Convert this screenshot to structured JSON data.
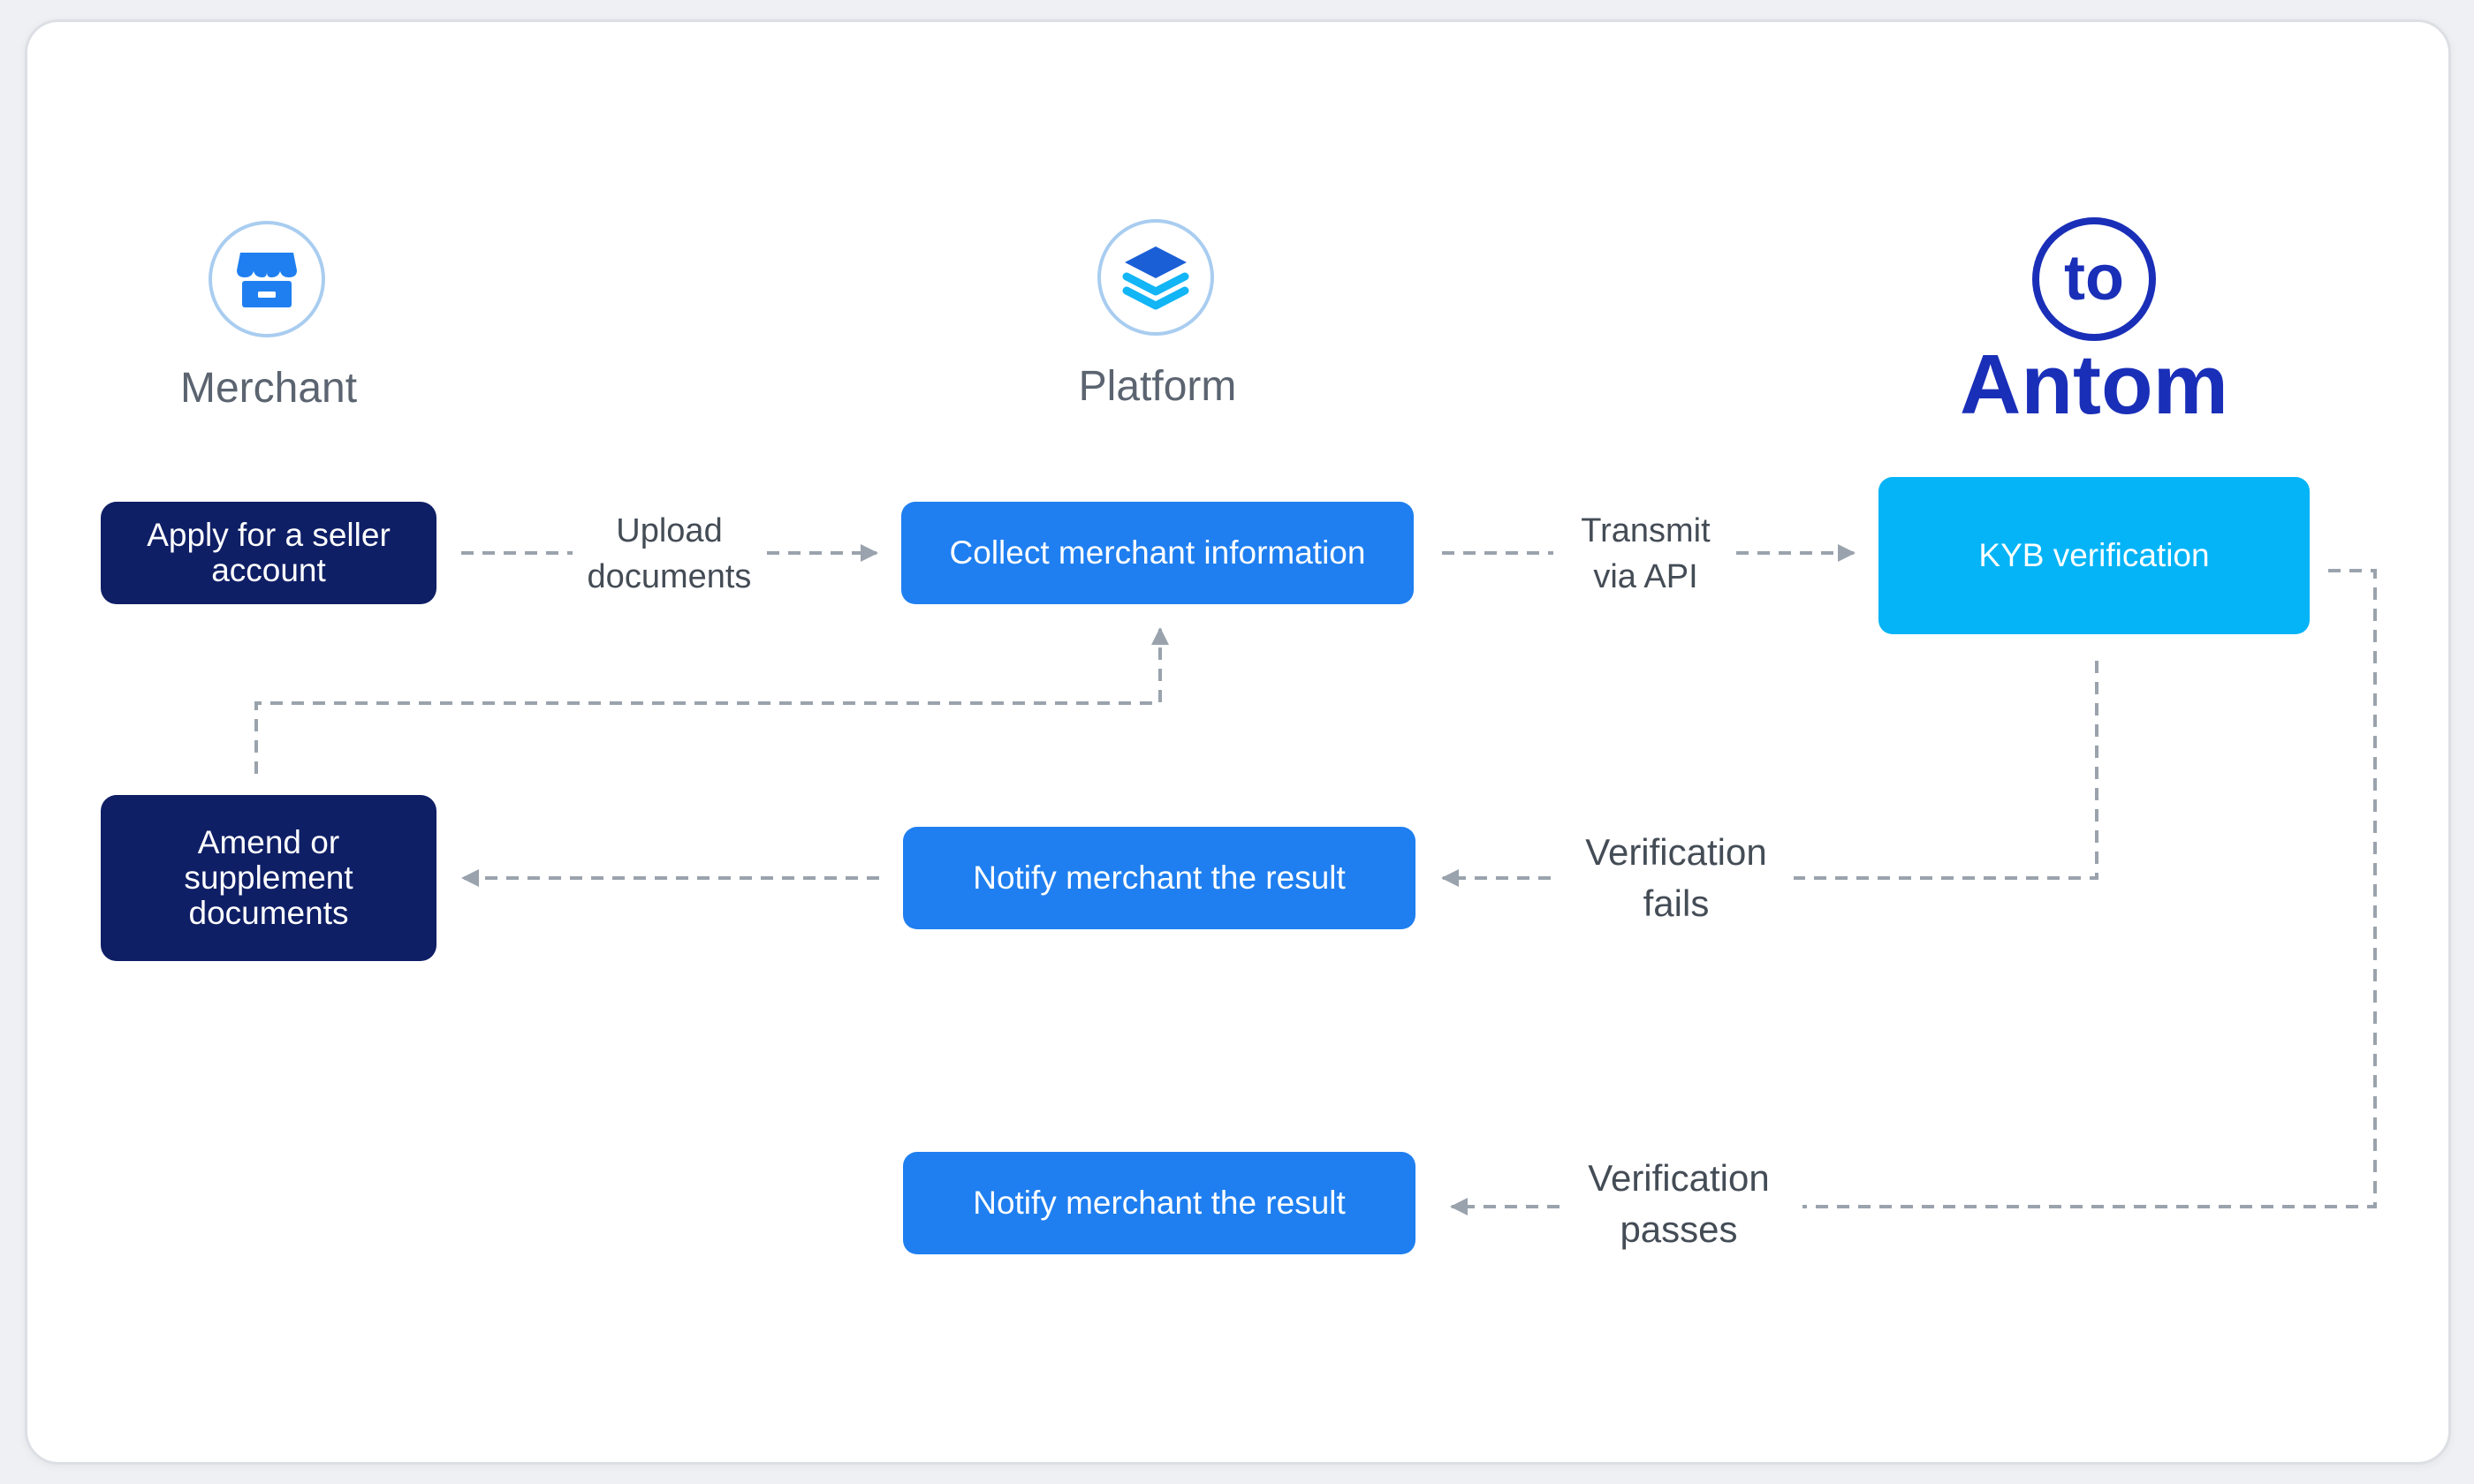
{
  "columns": {
    "merchant": {
      "label": "Merchant",
      "icon": "store-icon"
    },
    "platform": {
      "label": "Platform",
      "icon": "layers-icon"
    },
    "antom": {
      "logo_text": "Antom",
      "mark_text": "to",
      "icon": "antom-logo"
    }
  },
  "nodes": {
    "apply": "Apply for a seller account",
    "collect": "Collect merchant information",
    "kyb": "KYB verification",
    "amend": "Amend or supplement documents",
    "notify_fail": "Notify merchant the result",
    "notify_pass": "Notify merchant the result"
  },
  "edges": {
    "upload_1": "Upload",
    "upload_2": "documents",
    "transmit_1": "Transmit",
    "transmit_2": "via API",
    "fails_1": "Verification",
    "fails_2": "fails",
    "passes_1": "Verification",
    "passes_2": "passes"
  },
  "colors": {
    "dark_node": "#0f1f66",
    "blue_node": "#1f7ff0",
    "cyan_node": "#04b4f7",
    "connector": "#9aa3ad",
    "logo": "#1a2fb8"
  }
}
